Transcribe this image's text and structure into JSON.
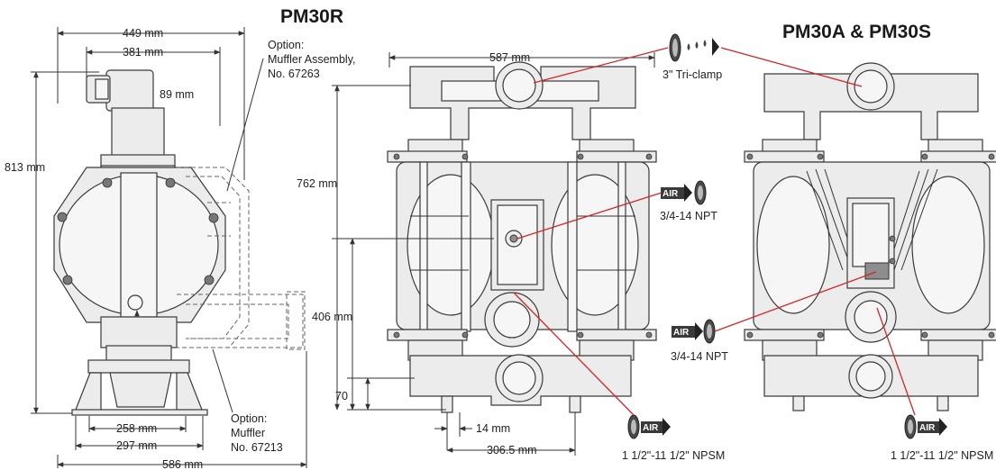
{
  "titles": {
    "left": "PM30R",
    "right": "PM30A & PM30S"
  },
  "side_view": {
    "dims": {
      "width_top": "449 mm",
      "width_inner": "381 mm",
      "inlet": "89 mm",
      "height": "813 mm",
      "base_inner": "258 mm",
      "base_outer": "297 mm",
      "overall_width": "586 mm"
    },
    "notes": {
      "option1_line1": "Option:",
      "option1_line2": "Muffler Assembly,",
      "option1_line3": "No. 67263",
      "option2_line1": "Option:",
      "option2_line2": "Muffler",
      "option2_line3": "No. 67213"
    }
  },
  "front_view": {
    "dims": {
      "width": "587 mm",
      "height_upper": "762 mm",
      "height_mid": "406 mm",
      "height_low": "70",
      "foot_offset": "14 mm",
      "base_width": "306.5 mm"
    },
    "labels": {
      "triclamp": "3\" Tri-clamp",
      "air_inlet": "3/4-14 NPT",
      "npsm_left": "1 1/2\"-11 1/2\" NPSM"
    }
  },
  "right_view": {
    "labels": {
      "air_inlet": "3/4-14 NPT",
      "npsm_right": "1 1/2\"-11 1/2\" NPSM"
    }
  },
  "icons": {
    "air_text": "AIR",
    "fluid_icon": "fluid-drops-icon",
    "air_icon": "air-arrow-icon"
  },
  "colors": {
    "callout": "#d0262b",
    "icon_dark": "#3a3a3a"
  }
}
